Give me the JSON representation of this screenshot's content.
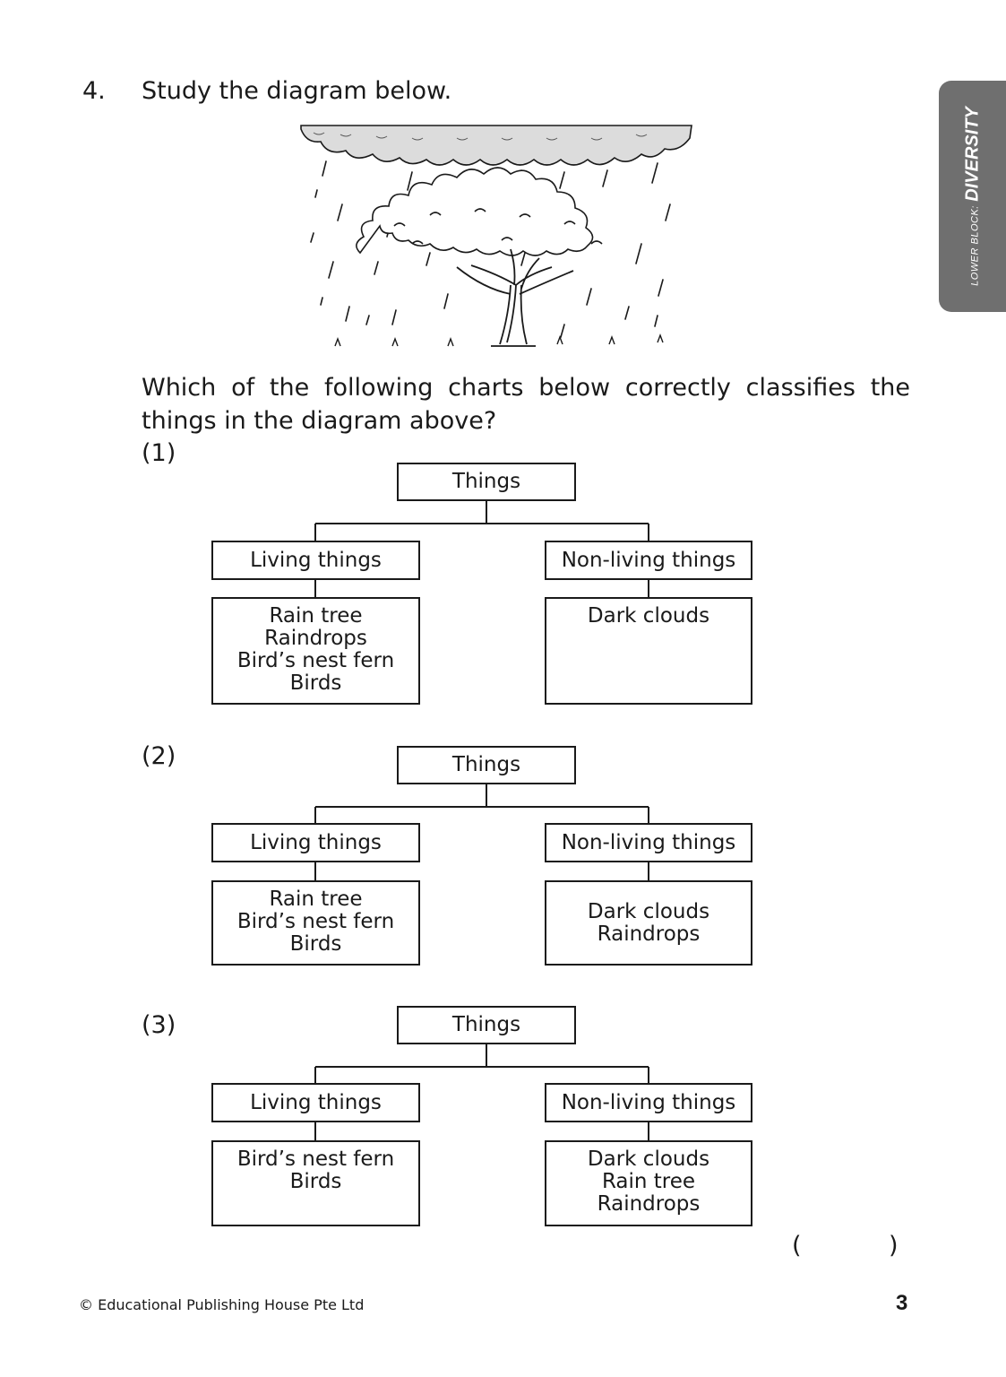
{
  "question": {
    "number": "4.",
    "instruction": "Study the diagram below.",
    "prompt": "Which of the following charts below correctly classifies the things in the diagram above?"
  },
  "side_tab": {
    "prefix": "LOWER BLOCK:",
    "section": "DIVERSITY",
    "color": "#6f6f6f"
  },
  "options": [
    {
      "label": "(1)",
      "root": "Things",
      "left_heading": "Living things",
      "left_items": [
        "Rain tree",
        "Raindrops",
        "Bird’s nest fern",
        "Birds"
      ],
      "right_heading": "Non-living things",
      "right_items": [
        "Dark clouds"
      ]
    },
    {
      "label": "(2)",
      "root": "Things",
      "left_heading": "Living things",
      "left_items": [
        "Rain tree",
        "Bird’s nest fern",
        "Birds"
      ],
      "right_heading": "Non-living things",
      "right_items": [
        "Dark clouds",
        "Raindrops"
      ]
    },
    {
      "label": "(3)",
      "root": "Things",
      "left_heading": "Living things",
      "left_items": [
        "Bird’s nest fern",
        "Birds"
      ],
      "right_heading": "Non-living things",
      "right_items": [
        "Dark clouds",
        "Rain tree",
        "Raindrops"
      ]
    }
  ],
  "answer": {
    "open": "(",
    "close": ")"
  },
  "footer": {
    "copyright": "© Educational Publishing House Pte Ltd",
    "page_number": "3"
  }
}
